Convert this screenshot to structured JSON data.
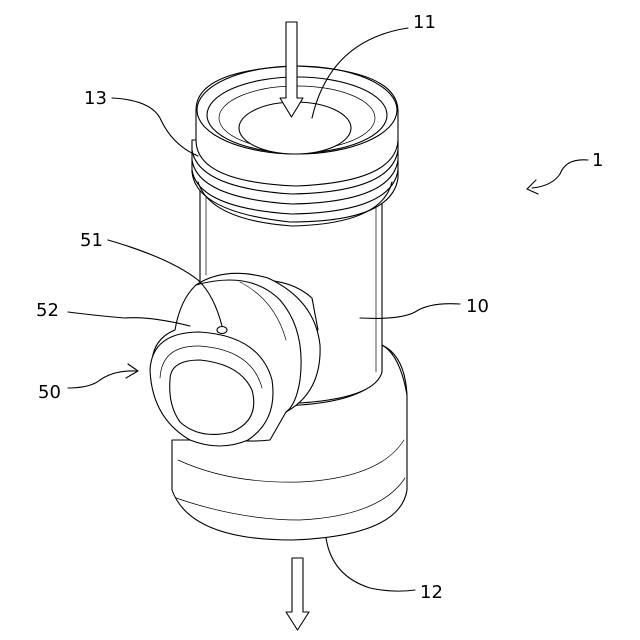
{
  "labels": {
    "ref_1": "1",
    "ref_10": "10",
    "ref_11": "11",
    "ref_12": "12",
    "ref_13": "13",
    "ref_50": "50",
    "ref_51": "51",
    "ref_52": "52"
  },
  "colors": {
    "line": "#000000",
    "background": "#ffffff"
  },
  "icons": {
    "inflow_arrow": "down-arrow-icon",
    "outflow_arrow": "down-arrow-icon"
  }
}
